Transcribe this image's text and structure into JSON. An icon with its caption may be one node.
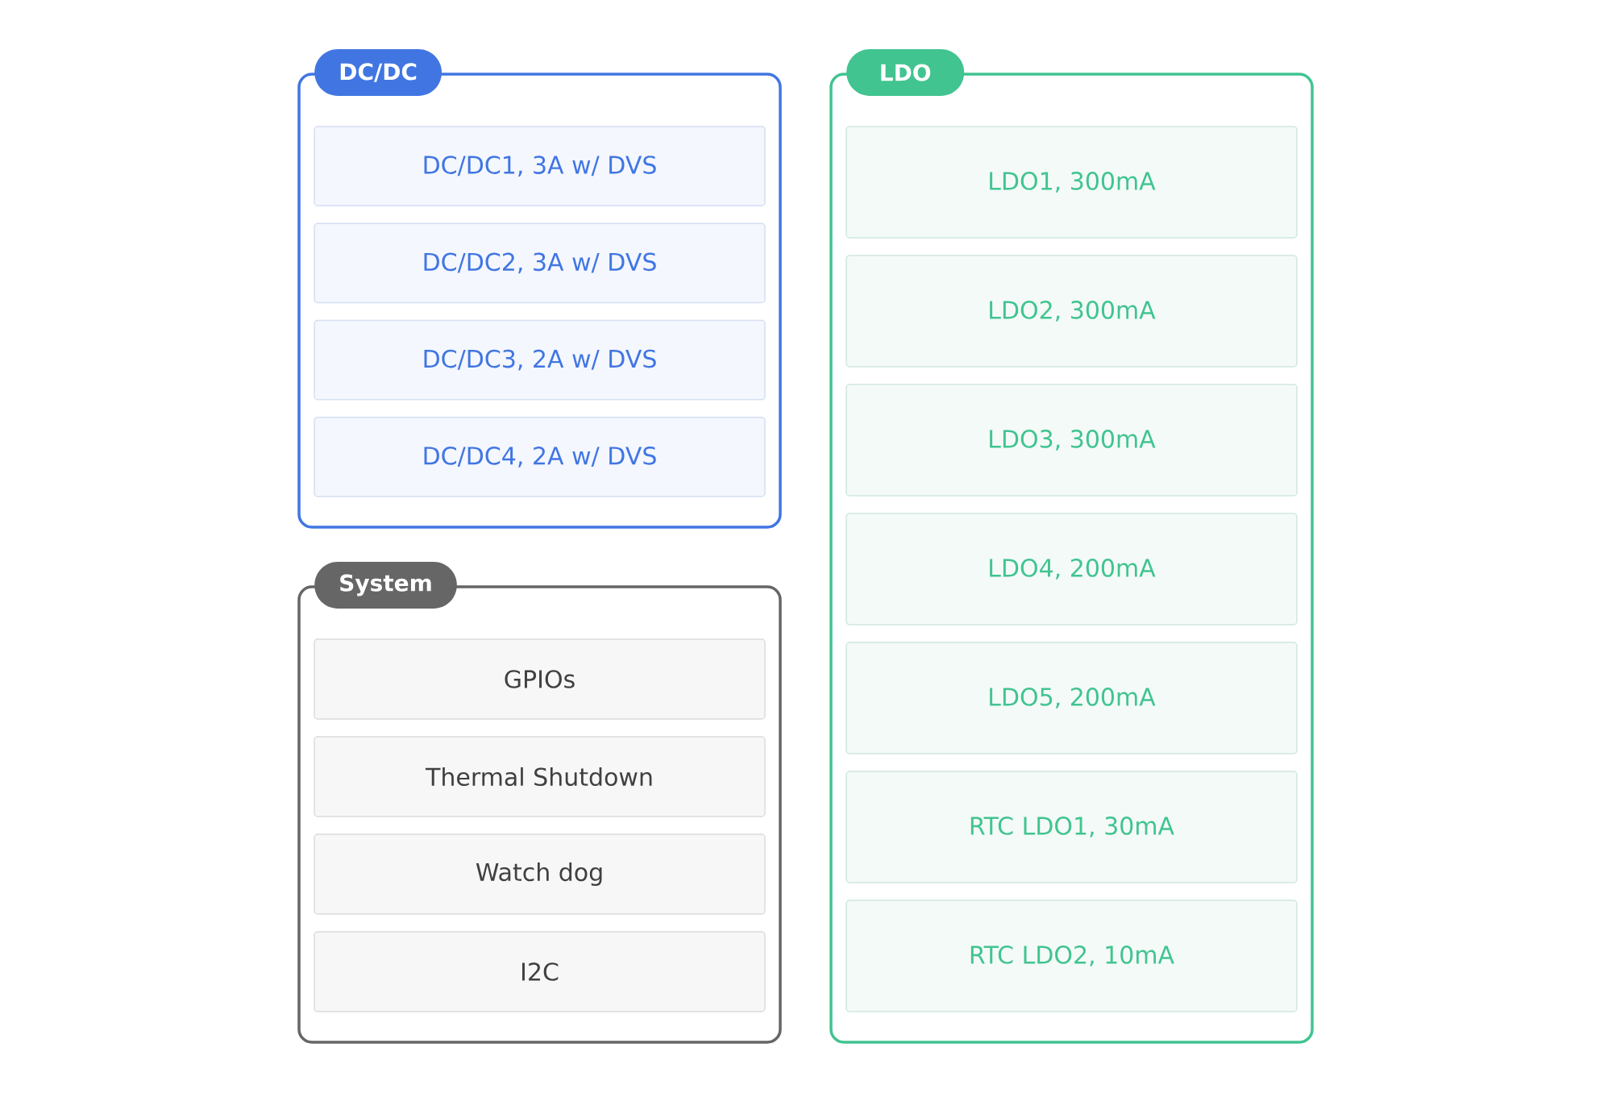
{
  "diagram": {
    "nodes": [
      {
        "text": [
          "DC/DC"
        ]
      },
      {
        "text": [
          "DC/DC1, 3A w/ DVS"
        ],
        "in": 0
      },
      {
        "text": [
          "DC/DC2, 3A w/ DVS"
        ],
        "in": 0
      },
      {
        "text": [
          "DC/DC3, 2A w/ DVS"
        ],
        "in": 0
      },
      {
        "text": [
          "DC/DC4, 2A w/ DVS"
        ],
        "in": 0
      },
      {
        "text": [
          "System"
        ]
      },
      {
        "text": [
          "GPIOs"
        ],
        "in": 5
      },
      {
        "text": [
          "Thermal Shutdown"
        ],
        "in": 5
      },
      {
        "text": [
          "Watch dog"
        ],
        "in": 5
      },
      {
        "text": [
          "I2C"
        ],
        "in": 5
      },
      {
        "text": [
          "LDO"
        ]
      },
      {
        "text": [
          "LDO1, 300mA"
        ],
        "in": 10
      },
      {
        "text": [
          "LDO2, 300mA"
        ],
        "in": 10
      },
      {
        "text": [
          "LDO3, 300mA"
        ],
        "in": 10
      },
      {
        "text": [
          "LDO4, 200mA"
        ],
        "in": 10
      },
      {
        "text": [
          "LDO5, 200mA"
        ],
        "in": 10
      },
      {
        "text": [
          "RTC LDO1, 30mA"
        ],
        "in": 10
      },
      {
        "text": [
          "RTC LDO2, 10mA"
        ],
        "in": 10
      }
    ]
  }
}
